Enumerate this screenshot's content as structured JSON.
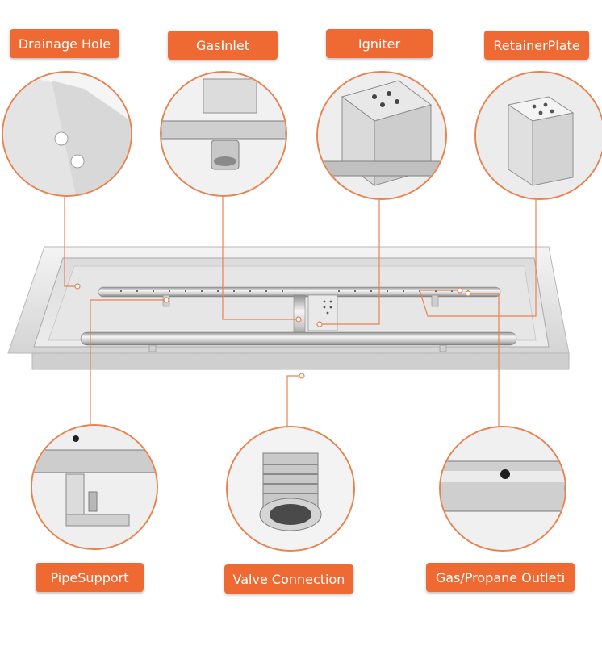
{
  "labels": {
    "drainage_hole": "Drainage Hole",
    "gas_inlet": "GasInlet",
    "igniter": "Igniter",
    "retainer_plate": "RetainerPlate",
    "pipe_support": "PipeSupport",
    "valve_connection": "Valve Connection",
    "gas_outlet": "Gas/Propane Outleti"
  },
  "colors": {
    "label_background": "#ee6a32",
    "label_text": "#ffffff",
    "leader_line": "#e8834f",
    "steel_light": "#f2f2f2",
    "steel_mid": "#d2d2d2",
    "steel_dark": "#9a9a9a"
  }
}
